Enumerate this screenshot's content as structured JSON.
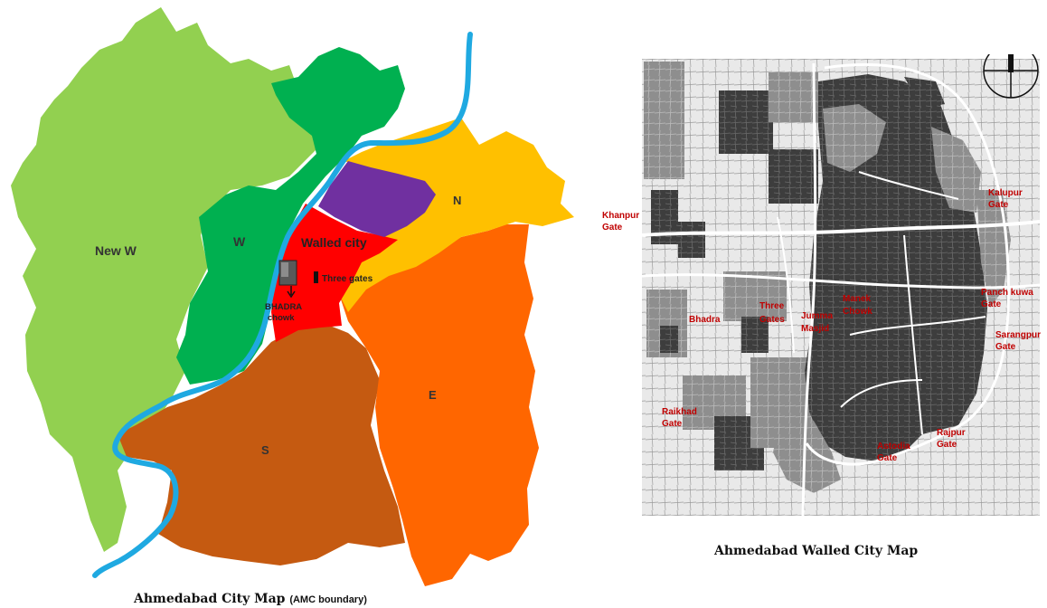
{
  "city_map": {
    "caption": "Ahmedabad City Map",
    "caption_note": "(AMC boundary)",
    "zones": {
      "new_w": "New W",
      "w": "W",
      "walled_city": "Walled city",
      "n": "N",
      "e": "E",
      "s": "S"
    },
    "three_gates": "Three gates",
    "bhadra_line1": "BHADRA",
    "bhadra_line2": "chowk"
  },
  "walled_map": {
    "caption": "Ahmedabad Walled City Map",
    "labels": {
      "khanpur": [
        "Khanpur",
        "Gate"
      ],
      "kalupur": [
        "Kalupur",
        "Gate"
      ],
      "panch_kuwa": [
        "Panch kuwa",
        "Gate"
      ],
      "sarangpur": [
        "Sarangpur",
        "Gate"
      ],
      "rajpur": [
        "Rajpur",
        "Gate"
      ],
      "astodia": [
        "Astodia",
        "Gate"
      ],
      "raikhad": [
        "Raikhad",
        "Gate"
      ],
      "bhadra": [
        "Bhadra"
      ],
      "three_gates": [
        "Three",
        "Gates"
      ],
      "jumma_masjid": [
        "Jumma",
        "Masjid"
      ],
      "manek_chowk": [
        "Manek",
        "Chowk"
      ]
    }
  },
  "colors": {
    "new_w": "#92d050",
    "w": "#00b050",
    "walled_city": "#ff0000",
    "purple": "#7030a0",
    "n": "#ffc000",
    "e": "#ff6600",
    "s": "#c55a11",
    "river": "#1fa9e1",
    "gate_label": "#c00000"
  }
}
